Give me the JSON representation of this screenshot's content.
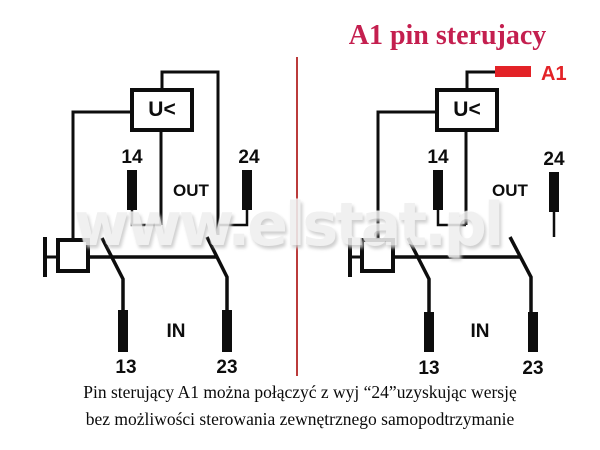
{
  "title": "A1 pin sterujacy",
  "watermark": "www.elstat.pl",
  "caption": {
    "line1": "Pin sterujący A1 można połączyć z wyj “24”uzyskując wersję",
    "line2": "bez możliwości sterowania zewnętrznego samopodtrzymanie"
  },
  "colors": {
    "accent_red": "#e32227",
    "title_red": "#c41f4f",
    "divider_red": "#bb3b3b",
    "line_black": "#0d0d0d",
    "watermark_gray": "#eeeeee"
  },
  "diagrams": {
    "left": {
      "relay_label": "U<",
      "out_label": "OUT",
      "in_label": "IN",
      "pins": {
        "out_left": "14",
        "out_right": "24",
        "in_left": "13",
        "in_right": "23"
      }
    },
    "right": {
      "relay_label": "U<",
      "out_label": "OUT",
      "in_label": "IN",
      "a1_label": "A1",
      "pins": {
        "out_left": "14",
        "out_right": "24",
        "in_left": "13",
        "in_right": "23"
      }
    }
  }
}
